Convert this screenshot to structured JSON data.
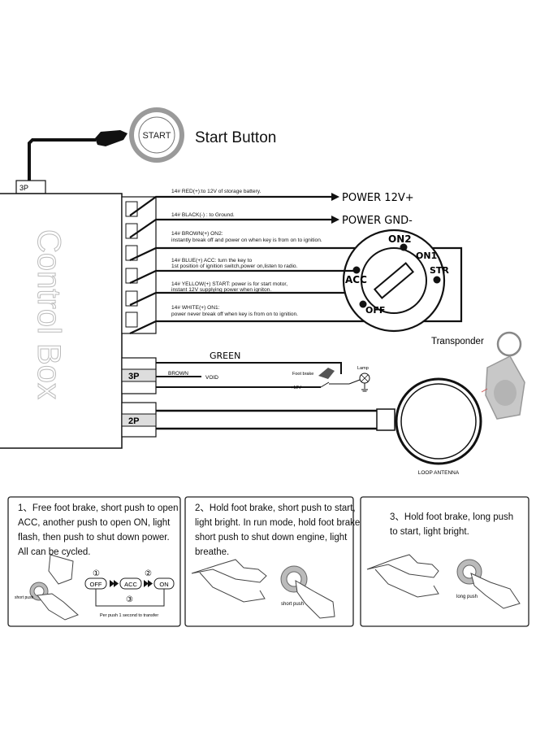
{
  "start_button": {
    "badge": "START",
    "label": "Start Button",
    "connector": "3P"
  },
  "control_box": {
    "label": "Control Box"
  },
  "wires": [
    {
      "line1": "14# RED(+):to 12V of storage battery.",
      "line2": ""
    },
    {
      "line1": "14# BLACK(-) : to Ground.",
      "line2": ""
    },
    {
      "line1": "14# BROWN(+)   ON2:",
      "line2": "instantly break off and power on when key is from on to  ignition."
    },
    {
      "line1": "14# BLUE(+)   ACC:  turn the key to",
      "line2": "1st position of ignition switch,power on,listen to radio."
    },
    {
      "line1": "14# YELLOW(+)   START:  power is for start motor,",
      "line2": "instant 12V supplying power when igniton."
    },
    {
      "line1": "14# WHITE(+)   ON1:",
      "line2": "power never break off when key is from on to ignition."
    }
  ],
  "power": {
    "plus": "POWER 12V+",
    "gnd": "POWER GND-"
  },
  "ignition": {
    "on2": "ON2",
    "on1": "ON1",
    "acc": "ACC",
    "str": "STR",
    "off": "OFF"
  },
  "transponder": {
    "label": "Transponder"
  },
  "connector_3p": {
    "tag": "3P",
    "green": "GREEN",
    "brown": "BROWN",
    "void": "VOID",
    "foot_brake": "Foot brake",
    "lamp": "Lamp",
    "v12": "+12V"
  },
  "connector_2p": {
    "tag": "2P",
    "antenna": "LOOP ANTENNA"
  },
  "steps": [
    {
      "lines": [
        "1、Free foot brake, short push to open",
        "ACC, another push to open ON, light",
        "flash, then push to shut down power.",
        "All can be cycled."
      ],
      "push_label": "short push",
      "sequence": {
        "n1": "①",
        "n2": "②",
        "n3": "③",
        "off": "OFF",
        "acc": "ACC",
        "on": "ON",
        "note": "Per push 1 second to transfer"
      }
    },
    {
      "lines": [
        "2、Hold foot brake, short push to start,",
        "light bright. In run mode, hold foot brake,",
        "short push to shut down engine, light",
        "breathe."
      ],
      "push_label": "short  push"
    },
    {
      "lines": [
        "3、Hold foot brake, long push",
        "to start, light bright."
      ],
      "push_label": "long push"
    }
  ]
}
